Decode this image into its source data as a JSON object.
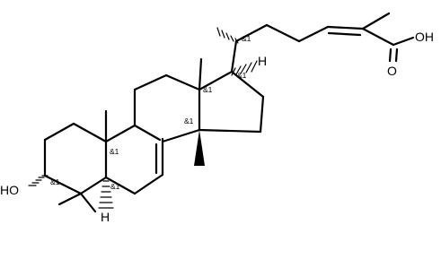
{
  "molecule": {
    "atom_labels": {
      "hydroxyl": "HO",
      "carboxylic_acid": "OH",
      "carbonyl_oxygen": "O",
      "hydrogen_c17": "H",
      "hydrogen_c5": "H"
    },
    "stereo_label": "&1",
    "colors": {
      "ink": "#000000",
      "background": "#ffffff"
    }
  }
}
